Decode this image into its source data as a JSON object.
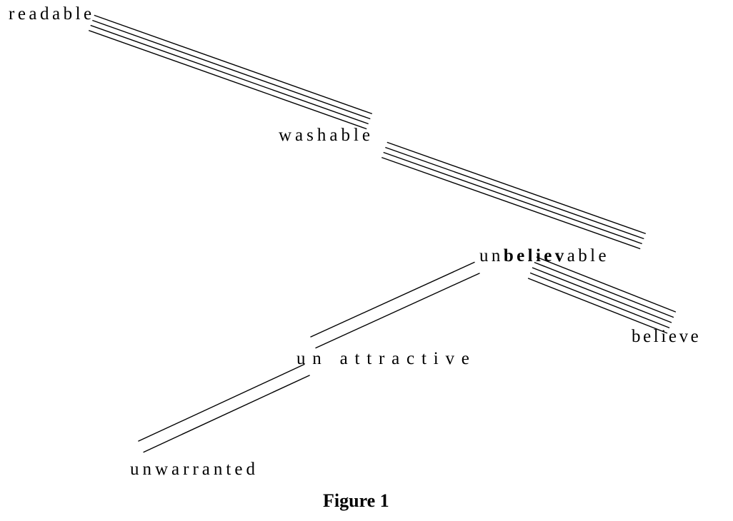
{
  "words": {
    "readable": "readable",
    "washable": "washable",
    "unbelievable_prefix": "un",
    "unbelievable_stem": "believ",
    "unbelievable_suffix": "able",
    "believe": "believe",
    "unattractive": "un attractive",
    "unwarranted": "unwarranted"
  },
  "links": [
    {
      "from": "readable",
      "to": "washable",
      "line_count": 4
    },
    {
      "from": "washable",
      "to": "unbelievable",
      "line_count": 4
    },
    {
      "from": "unbelievable",
      "to": "believe",
      "line_count": 5
    },
    {
      "from": "unbelievable",
      "to": "un attractive",
      "line_count": 2
    },
    {
      "from": "un attractive",
      "to": "unwarranted",
      "line_count": 2
    }
  ],
  "caption": "Figure 1"
}
